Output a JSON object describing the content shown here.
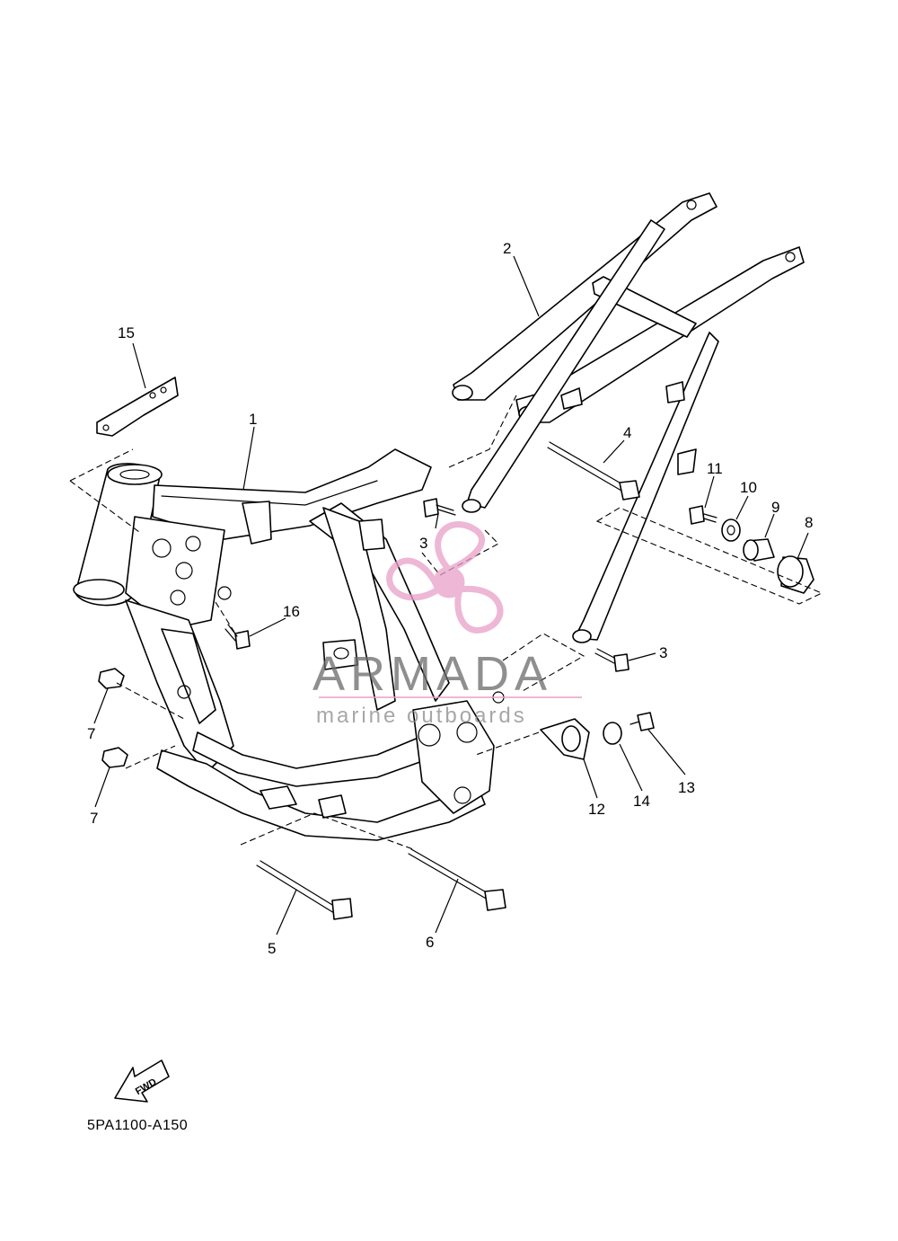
{
  "diagram": {
    "code": "5PA1100-A150",
    "direction_label": "FWD",
    "callouts": [
      "1",
      "2",
      "3",
      "3",
      "4",
      "5",
      "6",
      "7",
      "7",
      "8",
      "9",
      "10",
      "11",
      "12",
      "13",
      "14",
      "15",
      "16"
    ]
  },
  "watermark": {
    "brand": "ARMADA",
    "tagline": "marine outboards",
    "logo_color": "#e8a0c8",
    "text_color": "#6a6a6a"
  },
  "icons": {
    "direction": "fwd-arrow-icon",
    "logo": "propeller-logo-icon"
  }
}
